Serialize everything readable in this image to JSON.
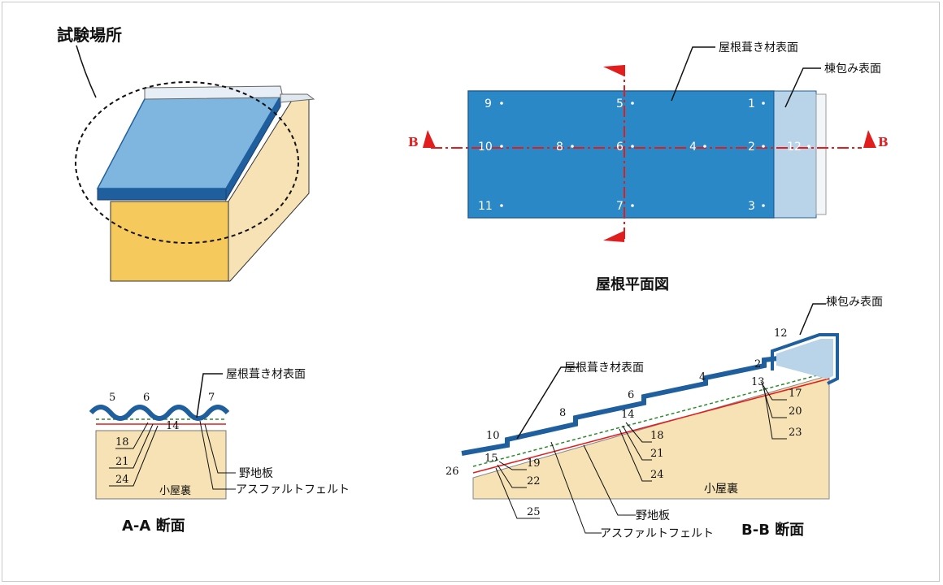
{
  "labels": {
    "test_location": "試験場所",
    "roof_surface": "屋根葺き材表面",
    "ridge_surface": "棟包み表面",
    "plan_title": "屋根平面図",
    "section_b_marker": "B",
    "aa_title": "A-A 断面",
    "bb_title": "B-B 断面",
    "sheathing": "野地板",
    "asphalt_felt": "アスファルトフェルト",
    "attic": "小屋裏"
  },
  "plan_points": [
    "1",
    "2",
    "3",
    "4",
    "5",
    "6",
    "7",
    "8",
    "9",
    "10",
    "11",
    "12"
  ],
  "aa_numbers": [
    "5",
    "6",
    "7",
    "14",
    "18",
    "21",
    "24"
  ],
  "bb_numbers": [
    "2",
    "4",
    "6",
    "8",
    "10",
    "12",
    "13",
    "14",
    "15",
    "17",
    "18",
    "19",
    "20",
    "21",
    "22",
    "23",
    "24",
    "25",
    "26"
  ],
  "colors": {
    "roof_blue": "#2a88c6",
    "roof_edge": "#1f5f9e",
    "ridge_blue": "#b9d3e9",
    "wall_yellow": "#f6c95d",
    "wall_cream": "#f6e2b4",
    "section_red": "#e21d1d",
    "felt_green": "#2a8a2a"
  }
}
